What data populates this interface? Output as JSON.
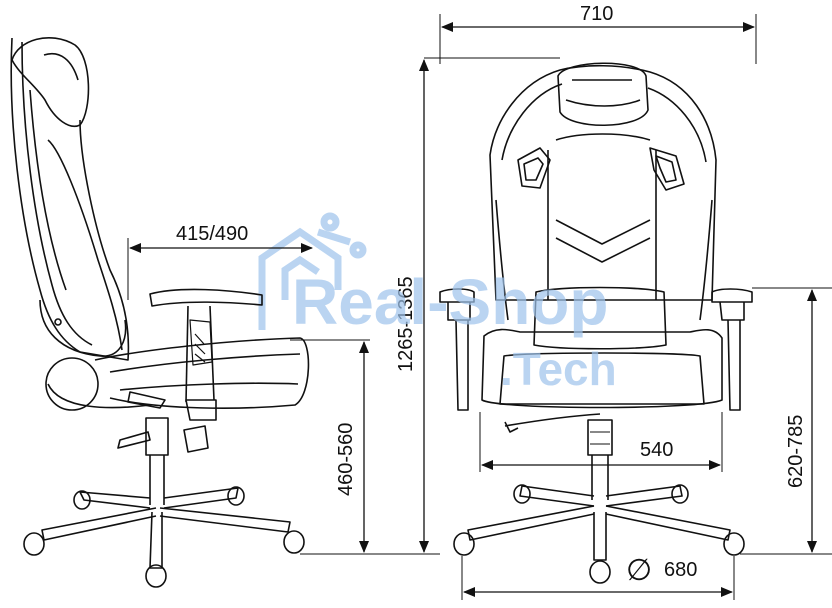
{
  "dimensions": {
    "width_top": "710",
    "seat_depth": "415/490",
    "total_height": "1265-1365",
    "seat_height": "460-560",
    "seat_width": "540",
    "armrest_height": "620-785",
    "base_diameter": "680",
    "diameter_symbol": "∅"
  },
  "watermark": {
    "line1": "Real-Shop",
    "line2": ".Tech"
  },
  "colors": {
    "line": "#111111",
    "watermark": "#9ec3ec"
  }
}
